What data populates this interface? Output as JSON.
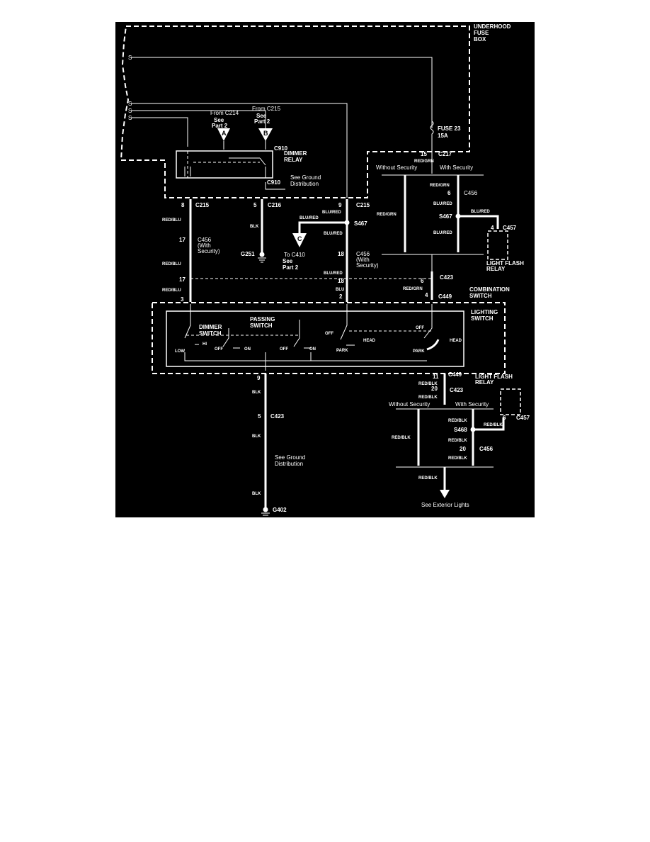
{
  "boxes": {
    "underhood_fuse_box": "UNDERHOOD FUSE BOX",
    "fuse_23": "FUSE 23",
    "fuse_23_rating": "15A",
    "dimmer_relay": "DIMMER RELAY",
    "combination_switch": "COMBINATION SWITCH",
    "lighting_switch": "LIGHTING SWITCH",
    "light_flash_relay": "LIGHT FLASH RELAY"
  },
  "references": {
    "a": {
      "letter": "A",
      "from": "From C214",
      "see": "See",
      "part": "Part 2"
    },
    "b": {
      "letter": "B",
      "from": "From C215",
      "see": "See",
      "part": "Part 2"
    },
    "c": {
      "letter": "C",
      "to": "To C410",
      "see": "See",
      "part": "Part 2"
    }
  },
  "switch_labels": {
    "dimmer_switch": "DIMMER SWITCH",
    "passing_switch": "PASSING SWITCH",
    "low": "LOW",
    "hi": "HI",
    "off": "OFF",
    "on": "ON",
    "park": "PARK",
    "head": "HEAD"
  },
  "variants": {
    "without_security": "Without Security",
    "with_security": "With Security",
    "with_security_paren": "(With Security)"
  },
  "notes": {
    "see_ground_distribution": "See Ground Distribution",
    "see_exterior_lights": "See Exterior Lights"
  },
  "connectors": {
    "c217": "C217",
    "c910": "C910",
    "c215": "C215",
    "c216": "C216",
    "c456": "C456",
    "c457": "C457",
    "c423": "C423",
    "c449": "C449",
    "s467": "S467",
    "s468": "S468",
    "g251": "G251",
    "g402": "G402"
  },
  "pins": {
    "p15": "15",
    "p6": "6",
    "p4": "4",
    "p8": "8",
    "p5": "5",
    "p9": "9",
    "p17": "17",
    "p18": "18",
    "p3": "3",
    "p2": "2",
    "p11": "11",
    "p20": "20"
  },
  "wire_colors": {
    "red_grn": "RED/GRN",
    "blu_red": "BLU/RED",
    "red_blu": "RED/BLU",
    "blk": "BLK",
    "blu": "BLU",
    "red_blk": "RED/BLK"
  },
  "colors": {
    "background": "#000000",
    "ink": "#ffffff"
  }
}
